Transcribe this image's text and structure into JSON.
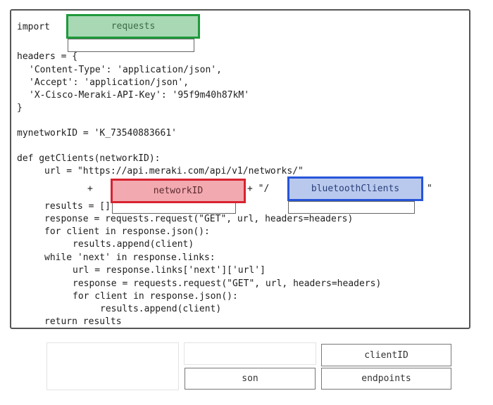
{
  "code": {
    "import_kw": "import",
    "headers_open": "headers = {",
    "content_type": "'Content-Type': 'application/json',",
    "accept": "'Accept': 'application/json',",
    "api_key": "'X-Cisco-Meraki-API-Key': '95f9m40h87kM'",
    "headers_close": "}",
    "network_id": "mynetworkID = 'K_73540883661'",
    "def_line": "def getClients(networkID):",
    "url_line": "url = \"https://api.meraki.com/api/v1/networks/\"",
    "plus_1": "+",
    "plus_2": "+ \"/",
    "quote_end": "\"",
    "results_line": "results = []",
    "response_line": "response = requests.request(\"GET\", url, headers=headers)",
    "for_line": "for client in response.json():",
    "append_line": "results.append(client)",
    "while_line": "while 'next' in response.links:",
    "url_next": "url = response.links['next']['url']",
    "response_next": "response = requests.request(\"GET\", url, headers=headers)",
    "for_next": "for client in response.json():",
    "append_next": "results.append(client)",
    "return_line": "return results"
  },
  "slots": {
    "requests": "requests",
    "network_id": "networkID",
    "bluetooth": "bluetoothClients"
  },
  "options": {
    "client_id": "clientID",
    "son": "son",
    "endpoints": "endpoints"
  },
  "colors": {
    "green": "#1f9a3b",
    "red": "#d7232f",
    "blue": "#2755d8"
  }
}
